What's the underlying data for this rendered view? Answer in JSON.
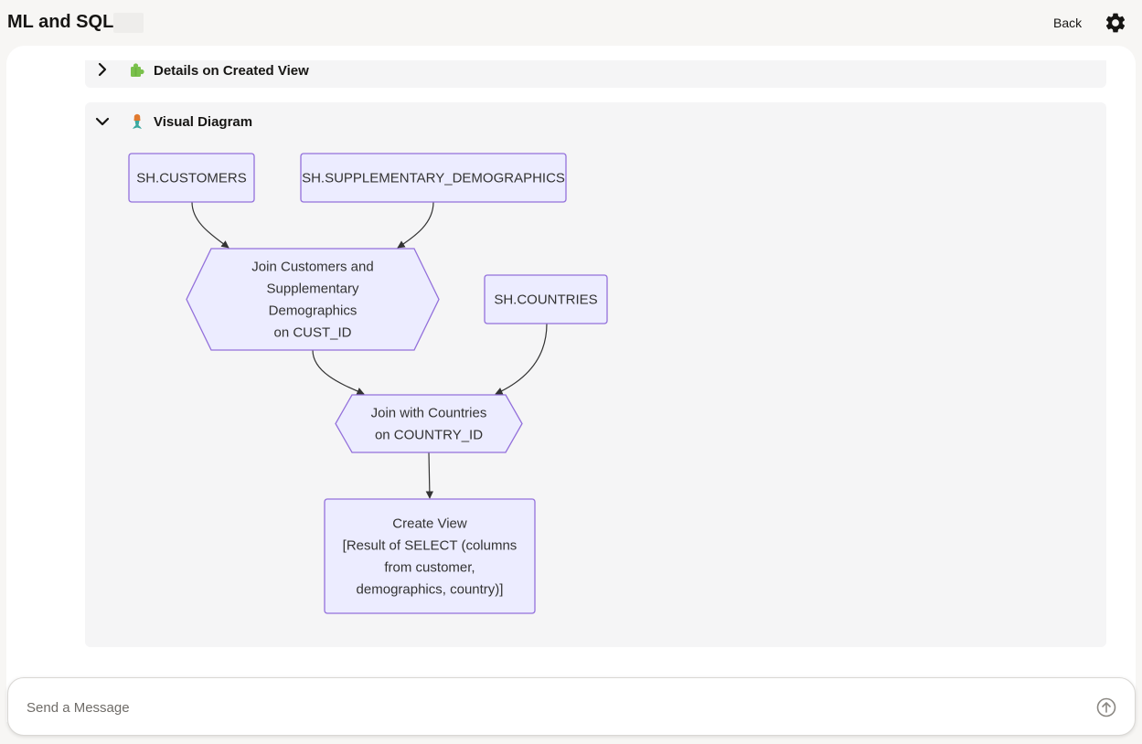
{
  "header": {
    "title": "ML and SQL",
    "back_label": "Back",
    "settings_icon": "gear-icon"
  },
  "panels": [
    {
      "label": "Details on Created View",
      "icon": "puzzle-icon",
      "expanded": false
    },
    {
      "label": "Visual Diagram",
      "icon": "mermaid-icon",
      "expanded": true
    }
  ],
  "diagram": {
    "nodes": {
      "customers": {
        "shape": "rectangle",
        "lines": [
          "SH.CUSTOMERS"
        ]
      },
      "demographics": {
        "shape": "rectangle",
        "lines": [
          "SH.SUPPLEMENTARY_DEMOGRAPHICS"
        ]
      },
      "join1": {
        "shape": "hexagon",
        "lines": [
          "Join Customers and",
          "Supplementary",
          "Demographics",
          "on CUST_ID"
        ]
      },
      "countries": {
        "shape": "rectangle",
        "lines": [
          "SH.COUNTRIES"
        ]
      },
      "join2": {
        "shape": "hexagon",
        "lines": [
          "Join with Countries",
          "on COUNTRY_ID"
        ]
      },
      "view": {
        "shape": "rectangle",
        "lines": [
          "Create View",
          "[Result of SELECT (columns",
          "from customer,",
          "demographics, country)]"
        ]
      }
    },
    "edges": [
      {
        "from": "customers",
        "to": "join1"
      },
      {
        "from": "demographics",
        "to": "join1"
      },
      {
        "from": "join1",
        "to": "join2"
      },
      {
        "from": "countries",
        "to": "join2"
      },
      {
        "from": "join2",
        "to": "view"
      }
    ],
    "colors": {
      "node_fill": "#ececff",
      "node_stroke": "#9370db",
      "edge": "#333333"
    }
  },
  "composer": {
    "placeholder": "Send a Message",
    "send_icon": "arrow-up-circle-icon"
  }
}
